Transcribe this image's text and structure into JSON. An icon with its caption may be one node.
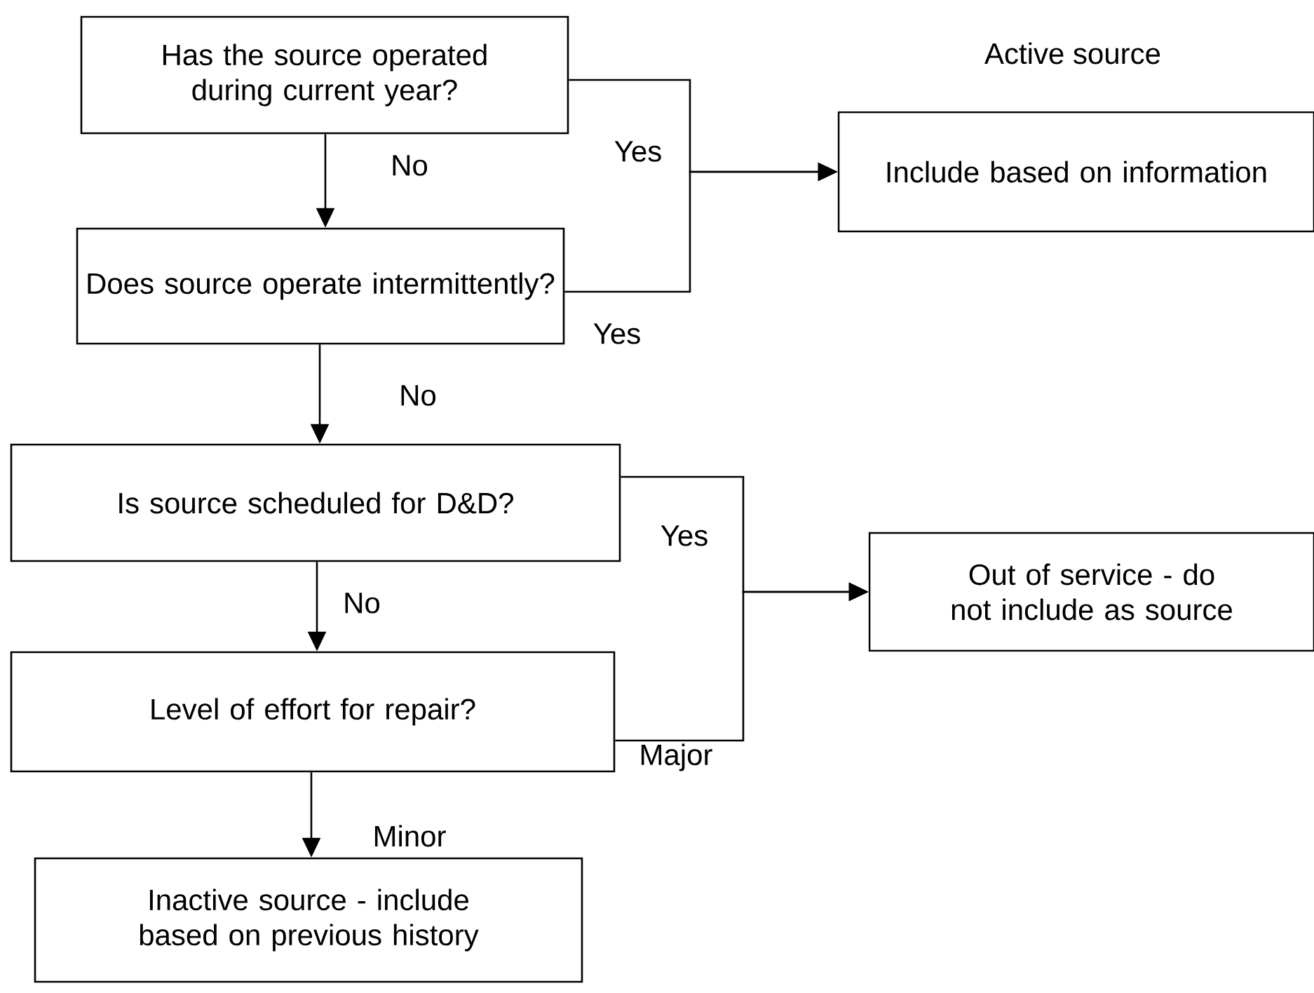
{
  "diagram": {
    "nodes": [
      {
        "text": [
          "Has the source operated during current year?"
        ]
      },
      {
        "text": [
          "Active source",
          "Include based on information"
        ]
      },
      {
        "text": [
          "Does source operate intermittently?"
        ]
      },
      {
        "text": [
          "Is source scheduled for D&D?"
        ]
      },
      {
        "text": [
          "Out of service - do not include as source"
        ]
      },
      {
        "text": [
          "Level of effort for repair?"
        ]
      },
      {
        "text": [
          "Inactive source -  include based on previous history"
        ]
      }
    ],
    "edges": [
      {
        "from": 0,
        "to": 2,
        "arrow": "to",
        "label": "No"
      },
      {
        "from": 0,
        "to": 1,
        "arrow": "to",
        "label": "Yes"
      },
      {
        "from": 2,
        "to": 1,
        "arrow": "to",
        "label": "Yes"
      },
      {
        "from": 2,
        "to": 3,
        "arrow": "to",
        "label": "No"
      },
      {
        "from": 3,
        "to": 4,
        "arrow": "to",
        "label": "Yes"
      },
      {
        "from": 3,
        "to": 5,
        "arrow": "to",
        "label": "No"
      },
      {
        "from": 5,
        "to": 4,
        "arrow": "to",
        "label": "Major"
      },
      {
        "from": 5,
        "to": 6,
        "arrow": "to",
        "label": "Minor"
      }
    ]
  }
}
